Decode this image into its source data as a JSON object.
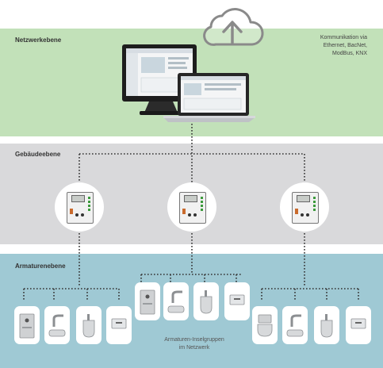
{
  "levels": {
    "network": "Netzwerkebene",
    "building": "Gebäudeebene",
    "fixtures": "Armaturenebene"
  },
  "communication": [
    "Kommunikation via",
    "Ethernet, BacNet,",
    "ModBus, KNX"
  ],
  "fixture_groups_caption": [
    "Armaturen-Inselgruppen",
    "im Netzwerk"
  ],
  "icons": {
    "cloud": "cloud-upload-icon",
    "monitor": "desktop-monitor-icon",
    "laptop": "laptop-icon",
    "controller": "controller-unit-icon",
    "fixtures": [
      "wall-panel-icon",
      "faucet-icon",
      "urinal-icon",
      "flush-sensor-icon",
      "washbasin-icon",
      "toilet-icon"
    ]
  },
  "colors": {
    "network_band": "#c2e1b9",
    "building_band": "#d9d9db",
    "fixture_band": "#9fc9d4",
    "connector": "#333333"
  }
}
